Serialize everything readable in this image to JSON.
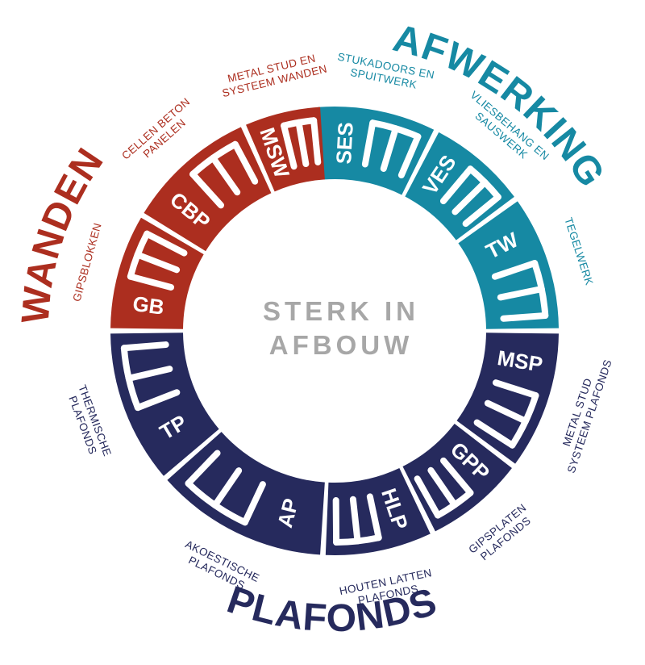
{
  "center": {
    "line1": "STERK IN",
    "line2": "AFBOUW"
  },
  "colors": {
    "wanden": "#ac2e1f",
    "afwerking": "#1689a3",
    "plafonds": "#262a5d",
    "center_text": "#a7a7a7"
  },
  "groups": [
    {
      "id": "wanden",
      "title": "WANDEN",
      "color": "#ac2e1f"
    },
    {
      "id": "afwerking",
      "title": "AFWERKING",
      "color": "#1689a3"
    },
    {
      "id": "plafonds",
      "title": "PLAFONDS",
      "color": "#262a5d"
    }
  ],
  "segments": [
    {
      "id": "ses",
      "abbr": "SES",
      "group": "afwerking",
      "label": [
        "STUKADOORS EN",
        "SPUITWERK"
      ]
    },
    {
      "id": "ves",
      "abbr": "VES",
      "group": "afwerking",
      "label": [
        "VLIESBEHANG EN",
        "SAUSWERK"
      ]
    },
    {
      "id": "tw",
      "abbr": "TW",
      "group": "afwerking",
      "label": [
        "TEGELWERK"
      ]
    },
    {
      "id": "msp",
      "abbr": "MSP",
      "group": "plafonds",
      "label": [
        "METAL STUD",
        "SYSTEEM PLAFONDS"
      ]
    },
    {
      "id": "gpp",
      "abbr": "GPP",
      "group": "plafonds",
      "label": [
        "GIPSPLATEN",
        "PLAFONDS"
      ]
    },
    {
      "id": "hlp",
      "abbr": "HLP",
      "group": "plafonds",
      "label": [
        "HOUTEN LATTEN",
        "PLAFONDS"
      ]
    },
    {
      "id": "ap",
      "abbr": "AP",
      "group": "plafonds",
      "label": [
        "AKOESTISCHE",
        "PLAFONDS"
      ]
    },
    {
      "id": "tp",
      "abbr": "TP",
      "group": "plafonds",
      "label": [
        "THERMISCHE",
        "PLAFONDS"
      ]
    },
    {
      "id": "gb",
      "abbr": "GB",
      "group": "wanden",
      "label": [
        "GIPSBLOKKEN"
      ]
    },
    {
      "id": "cbp",
      "abbr": "CBP",
      "group": "wanden",
      "label": [
        "CELLEN BETON",
        "PANELEN"
      ]
    },
    {
      "id": "msw",
      "abbr": "MSW",
      "group": "wanden",
      "label": [
        "METAL STUD EN",
        "SYSTEEM WANDEN"
      ]
    }
  ]
}
